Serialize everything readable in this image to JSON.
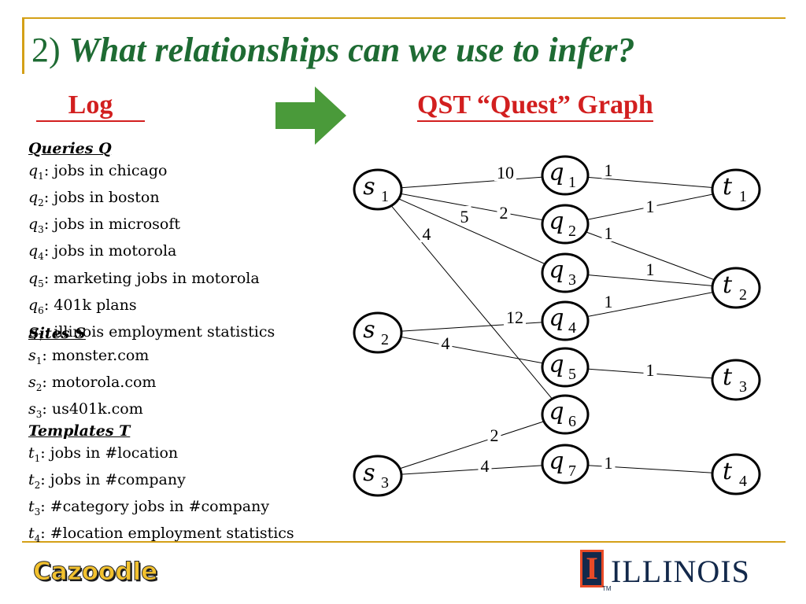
{
  "title": {
    "number": "2)",
    "question": "What relationships can we use to infer?"
  },
  "log_heading": "Log",
  "graph_heading": "QST “Quest” Graph",
  "queries": {
    "heading": "Queries Q",
    "items": [
      {
        "v": "q",
        "sub": "1",
        "text": ": jobs in chicago"
      },
      {
        "v": "q",
        "sub": "2",
        "text": ": jobs in boston"
      },
      {
        "v": "q",
        "sub": "3",
        "text": ": jobs in microsoft"
      },
      {
        "v": "q",
        "sub": "4",
        "text": ": jobs in motorola"
      },
      {
        "v": "q",
        "sub": "5",
        "text": ": marketing jobs in motorola"
      },
      {
        "v": "q",
        "sub": "6",
        "text": ": 401k plans"
      },
      {
        "v": "q",
        "sub": "7",
        "text": ": illinois employment statistics"
      }
    ]
  },
  "sites": {
    "heading": "Sites S",
    "items": [
      {
        "v": "s",
        "sub": "1",
        "text": ": monster.com"
      },
      {
        "v": "s",
        "sub": "2",
        "text": ": motorola.com"
      },
      {
        "v": "s",
        "sub": "3",
        "text": ": us401k.com"
      }
    ]
  },
  "templates": {
    "heading": "Templates T",
    "items": [
      {
        "v": "t",
        "sub": "1",
        "text": ": jobs in #location"
      },
      {
        "v": "t",
        "sub": "2",
        "text": ": jobs in #company"
      },
      {
        "v": "t",
        "sub": "3",
        "text": ": #category jobs in #company"
      },
      {
        "v": "t",
        "sub": "4",
        "text": ": #location employment statistics"
      }
    ]
  },
  "graph": {
    "nodes": [
      {
        "id": "s1",
        "v": "s",
        "sub": "1"
      },
      {
        "id": "s2",
        "v": "s",
        "sub": "2"
      },
      {
        "id": "s3",
        "v": "s",
        "sub": "3"
      },
      {
        "id": "q1",
        "v": "q",
        "sub": "1"
      },
      {
        "id": "q2",
        "v": "q",
        "sub": "2"
      },
      {
        "id": "q3",
        "v": "q",
        "sub": "3"
      },
      {
        "id": "q4",
        "v": "q",
        "sub": "4"
      },
      {
        "id": "q5",
        "v": "q",
        "sub": "5"
      },
      {
        "id": "q6",
        "v": "q",
        "sub": "6"
      },
      {
        "id": "q7",
        "v": "q",
        "sub": "7"
      },
      {
        "id": "t1",
        "v": "t",
        "sub": "1"
      },
      {
        "id": "t2",
        "v": "t",
        "sub": "2"
      },
      {
        "id": "t3",
        "v": "t",
        "sub": "3"
      },
      {
        "id": "t4",
        "v": "t",
        "sub": "4"
      }
    ],
    "edges": [
      {
        "from": "s1",
        "to": "q1",
        "label": "10"
      },
      {
        "from": "s1",
        "to": "q2",
        "label": "2"
      },
      {
        "from": "s1",
        "to": "q3",
        "label": "5"
      },
      {
        "from": "s1",
        "to": "q6",
        "label": "4"
      },
      {
        "from": "s2",
        "to": "q4",
        "label": "12"
      },
      {
        "from": "s2",
        "to": "q5",
        "label": "4"
      },
      {
        "from": "s3",
        "to": "q6",
        "label": "2"
      },
      {
        "from": "s3",
        "to": "q7",
        "label": "4"
      },
      {
        "from": "q1",
        "to": "t1",
        "label": "1"
      },
      {
        "from": "q2",
        "to": "t1",
        "label": "1"
      },
      {
        "from": "q2",
        "to": "t2",
        "label": "1"
      },
      {
        "from": "q3",
        "to": "t2",
        "label": "1"
      },
      {
        "from": "q4",
        "to": "t2",
        "label": "1"
      },
      {
        "from": "q5",
        "to": "t3",
        "label": "1"
      },
      {
        "from": "q7",
        "to": "t4",
        "label": "1"
      }
    ]
  },
  "footer": {
    "left_logo": "Cazoodle",
    "right_logo": "ILLINOIS",
    "right_mark": "I",
    "trademark": "TM"
  },
  "colors": {
    "title": "#1e6b33",
    "heading": "#d21f1f",
    "rule": "#d4a017",
    "arrow": "#4a9a3a",
    "illinois_blue": "#13294b",
    "illinois_orange": "#e84a27"
  }
}
